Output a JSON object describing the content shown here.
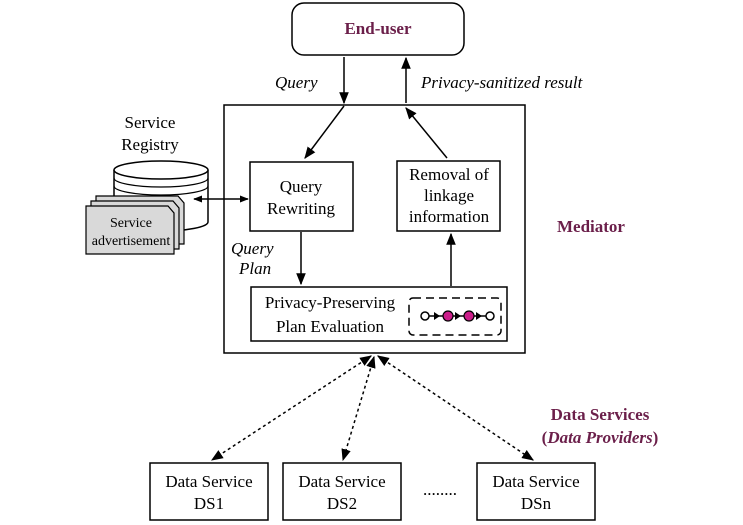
{
  "end_user": {
    "label": "End-user"
  },
  "edges": {
    "query": "Query",
    "result": "Privacy-sanitized result",
    "query_plan_line1": "Query",
    "query_plan_line2": "Plan"
  },
  "registry": {
    "title_line1": "Service",
    "title_line2": "Registry",
    "doc_line1": "Service",
    "doc_line2": "advertisement"
  },
  "mediator": {
    "label": "Mediator",
    "rewriting_line1": "Query",
    "rewriting_line2": "Rewriting",
    "removal_line1": "Removal of",
    "removal_line2": "linkage",
    "removal_line3": "information",
    "evaluation_line1": "Privacy-Preserving",
    "evaluation_line2": "Plan Evaluation"
  },
  "data_services": {
    "title": "Data Services",
    "subtitle_open": "(",
    "subtitle": "Data Providers",
    "subtitle_close": ")",
    "ellipsis": "........",
    "items": [
      {
        "line1": "Data Service",
        "line2": "DS1"
      },
      {
        "line1": "Data Service",
        "line2": "DS2"
      },
      {
        "line1": "Data Service",
        "line2": "DSn"
      }
    ]
  },
  "colors": {
    "accent": "#6b1f4a",
    "node_fill": "#cc1e8a",
    "doc_fill": "#d9d9d9"
  }
}
